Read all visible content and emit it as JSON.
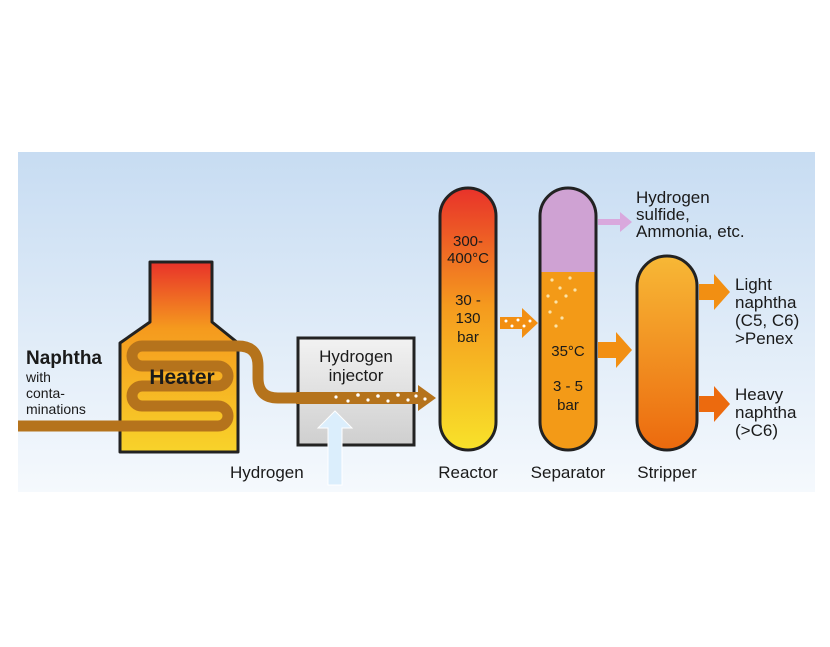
{
  "naphtha": {
    "title": "Naphtha",
    "desc": [
      "with",
      "conta-",
      "minations"
    ]
  },
  "heater": {
    "label": "Heater"
  },
  "injector": {
    "label_line1": "Hydrogen",
    "label_line2": "injector"
  },
  "hydrogen_input": {
    "label": "Hydrogen"
  },
  "reactor": {
    "label": "Reactor",
    "temp_line1": "300-",
    "temp_line2": "400°C",
    "pressure_line1": "30 -",
    "pressure_line2": "130",
    "pressure_line3": "bar"
  },
  "separator": {
    "label": "Separator",
    "temp": "35°C",
    "pressure_line1": "3 - 5",
    "pressure_line2": "bar"
  },
  "stripper": {
    "label": "Stripper"
  },
  "outputs": {
    "gas": [
      "Hydrogen",
      "sulfide,",
      "Ammonia, etc."
    ],
    "light": [
      "Light",
      "naphtha",
      "(C5, C6)",
      ">Penex"
    ],
    "heavy": [
      "Heavy",
      "naphtha",
      "(>C6)"
    ]
  },
  "colors": {
    "background_top": "#c9def3",
    "background_bottom": "#f4f8fc",
    "pipe": "#b5731c",
    "flame_red": "#e8322a",
    "flame_orange": "#f59a1e",
    "flame_yellow": "#f8d32a",
    "gas_purple": "#cfa2d3",
    "liquid_orange": "#f39a17",
    "stripper_light": "#f6b233",
    "stripper_dark": "#ec6f0f",
    "injector_gray": "#e2e2e2",
    "hydrogen_arrow": "#dbeefc",
    "gas_arrow": "#d9a8dd",
    "orange_arrow": "#f28f12"
  }
}
